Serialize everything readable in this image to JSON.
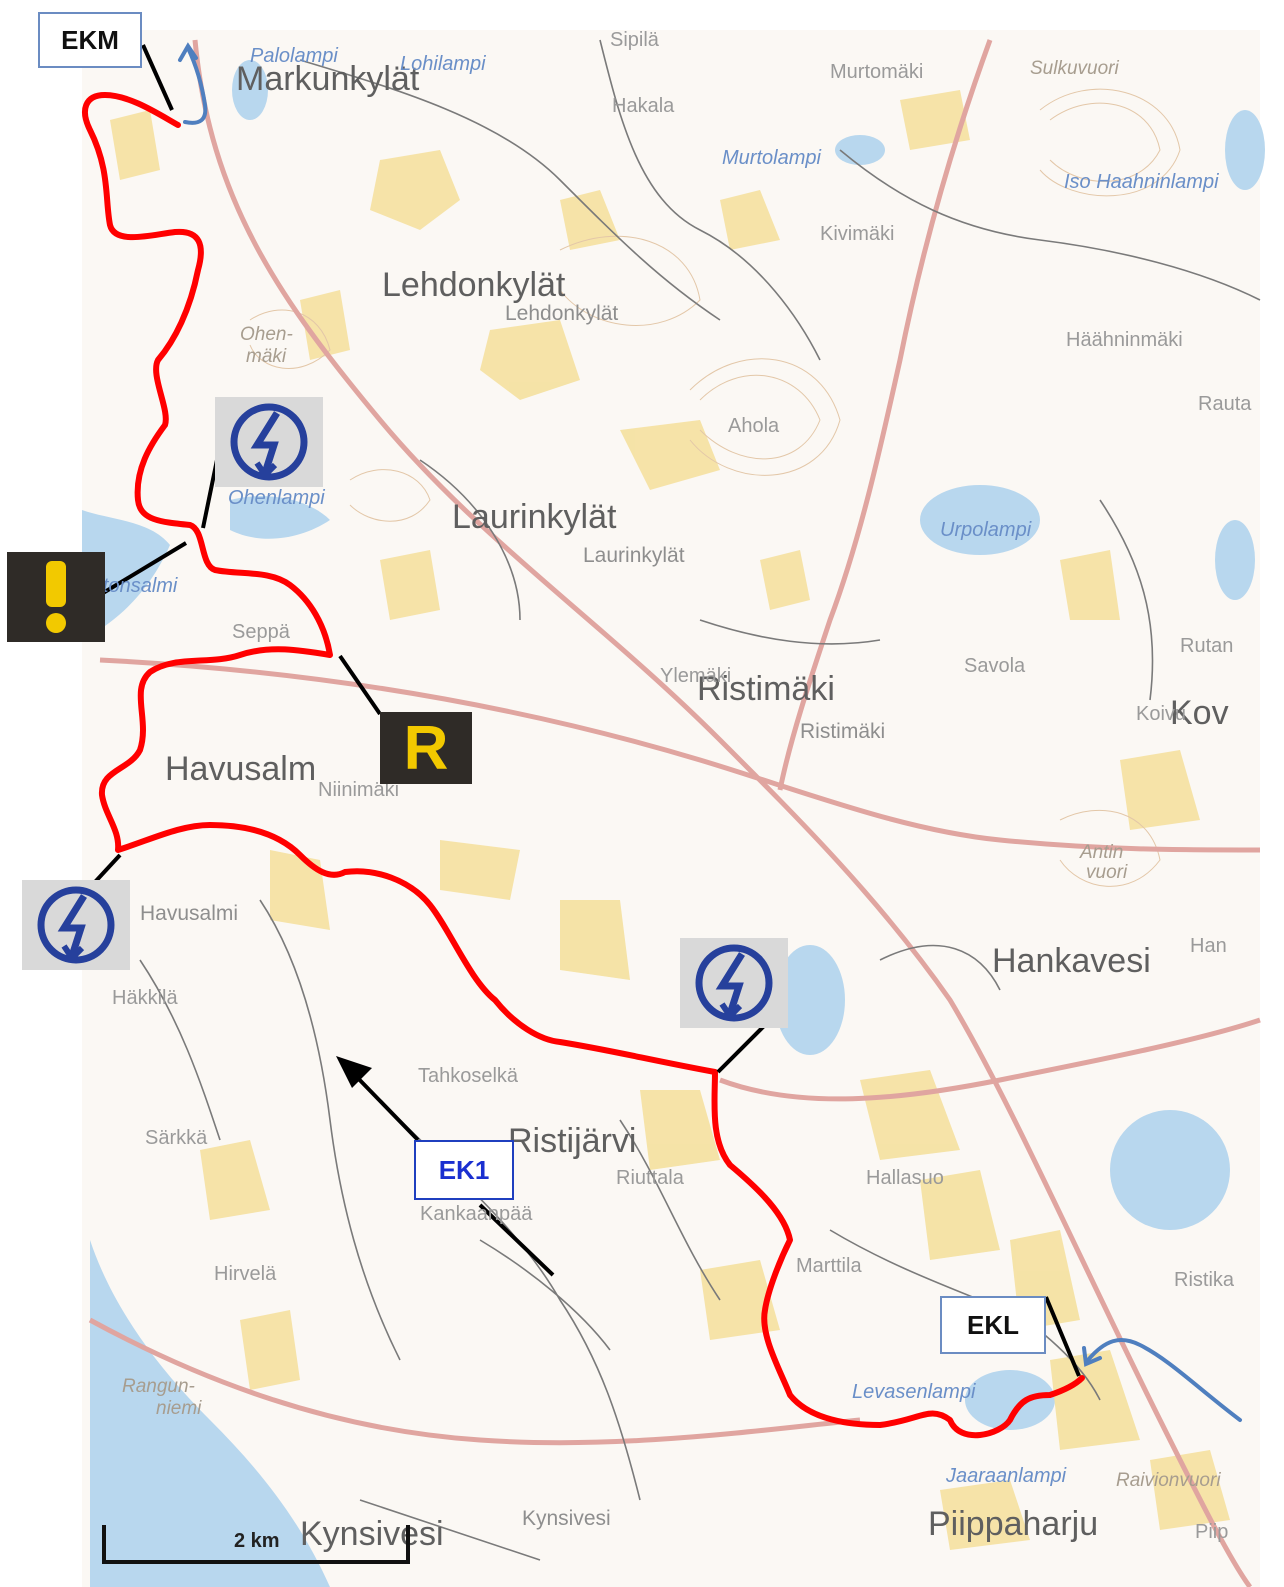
{
  "map": {
    "labels": {
      "ekm": "EKM",
      "ekl": "EKL",
      "ek1": "EK1"
    },
    "scale_bar": "2 km",
    "signs": {
      "warning": "!",
      "rest": "R"
    },
    "places_major": [
      "Markunkylät",
      "Lehdonkylät",
      "Laurinkylät",
      "Ristimäki",
      "Havusalm",
      "Hankavesi",
      "Ristijärvi",
      "Kynsivesi",
      "Piippaharju",
      "Kov"
    ],
    "places_minor": [
      "Lehdonkylät",
      "Laurinkylät",
      "Ristimäki",
      "Havusalmi",
      "Kynsivesi"
    ],
    "places_small": [
      "Sipilä",
      "Hakala",
      "Murtomäki",
      "Kivimäki",
      "Häähninmäki",
      "Rauta",
      "Ahola",
      "Seppä",
      "Ylemäki",
      "Savola",
      "Rutan",
      "Koivu",
      "Niinimäki",
      "Häkkilä",
      "Tahkoselkä",
      "Särkkä",
      "Riuttala",
      "Kankaanpää",
      "Hallasuo",
      "Marttila",
      "Ristika",
      "Hirvelä",
      "Han",
      "Piip"
    ],
    "places_water": [
      "Palolampi",
      "Lohilampi",
      "Murtolampi",
      "Iso Haahninlampi",
      "Ohenlampi",
      "Uitonsalmi",
      "Urpolampi",
      "Levasenlampi",
      "Jaaraanlampi"
    ],
    "places_terrain": [
      "Sulkuvuori",
      "Ohen-",
      "mäki",
      "Antin",
      "vuori",
      "Rangun-",
      "niemi",
      "Raivionvuori"
    ],
    "colors": {
      "route": "#ff0000",
      "access_arrow": "#4f7fbf",
      "field": "#f5e2a3",
      "water": "#b8d7ee",
      "road": "#e0a5a0",
      "track": "#7a7a7a",
      "icon_blue": "#26409c",
      "sign_yellow": "#f2c900"
    }
  }
}
